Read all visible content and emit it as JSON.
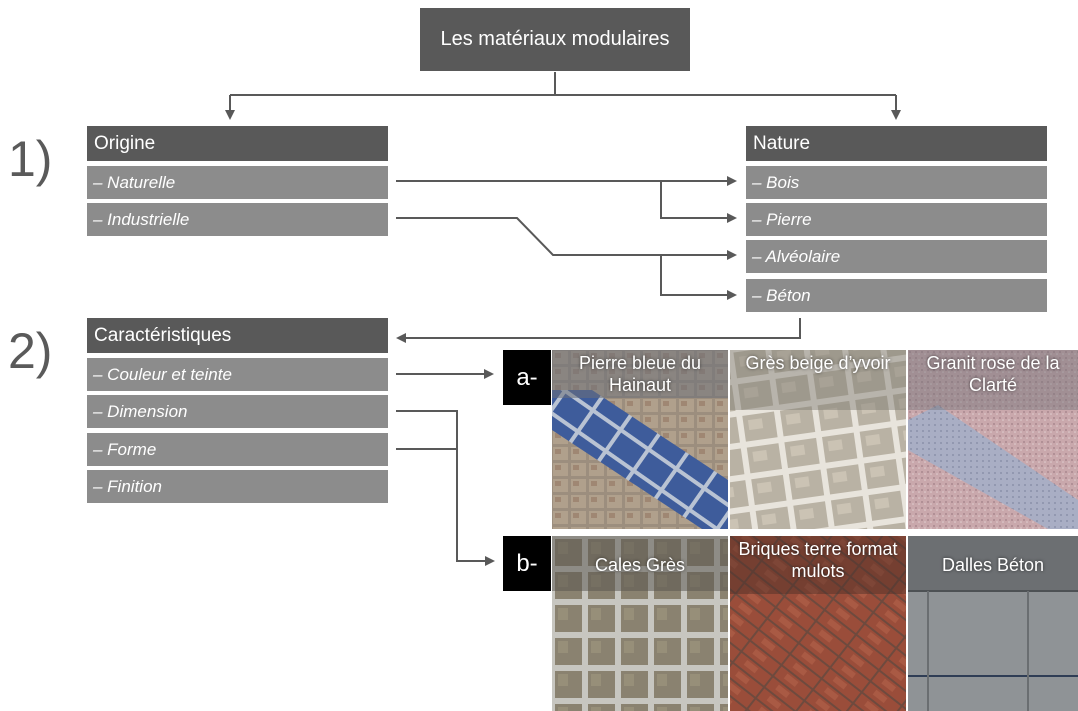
{
  "title": "Les matériaux modulaires",
  "section1": {
    "number": "1)",
    "origine": {
      "header": "Origine",
      "items": [
        "– Naturelle",
        "– Industrielle"
      ]
    },
    "nature": {
      "header": "Nature",
      "items": [
        "– Bois",
        "– Pierre",
        "– Alvéolaire",
        "– Béton"
      ]
    }
  },
  "section2": {
    "number": "2)",
    "caracteristiques": {
      "header": "Caractéristiques",
      "items": [
        "– Couleur et teinte",
        "– Dimension",
        "– Forme",
        "– Finition"
      ]
    }
  },
  "groups": [
    {
      "tag": "a-",
      "photos": [
        {
          "label": "Pierre bleue du Hainaut"
        },
        {
          "label": "Grès beige d’yvoir"
        },
        {
          "label": "Granit rose de la Clarté"
        }
      ]
    },
    {
      "tag": "b-",
      "photos": [
        {
          "label": "Cales Grès"
        },
        {
          "label": "Briques terre format mulots"
        },
        {
          "label": "Dalles Béton"
        }
      ]
    }
  ],
  "colors": {
    "header": "#595959",
    "item": "#8c8c8c",
    "arrow": "#595959",
    "tag": "#000000"
  }
}
